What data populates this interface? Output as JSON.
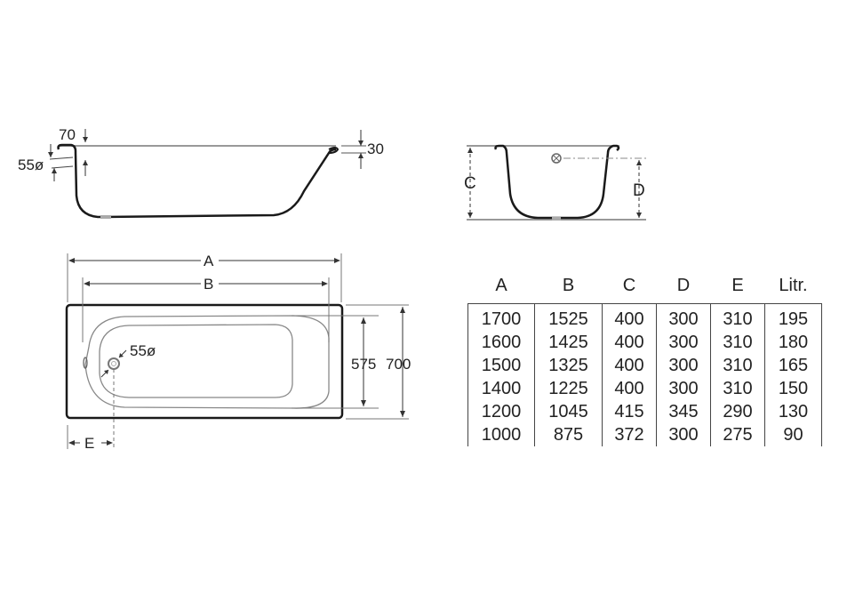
{
  "side_view": {
    "labels": {
      "rim_height": "70",
      "overflow_diameter": "55ø",
      "rim_thickness": "30"
    }
  },
  "end_view": {
    "labels": {
      "total_height": "C",
      "overflow_height": "D"
    }
  },
  "plan_view": {
    "labels": {
      "overall_length": "A",
      "inner_length": "B",
      "inner_width": "575",
      "overall_width": "700",
      "drain_diameter": "55ø",
      "drain_offset": "E"
    }
  },
  "spec_table": {
    "headers": [
      "A",
      "B",
      "C",
      "D",
      "E",
      "Litr."
    ],
    "rows": [
      [
        "1700",
        "1525",
        "400",
        "300",
        "310",
        "195"
      ],
      [
        "1600",
        "1425",
        "400",
        "300",
        "310",
        "180"
      ],
      [
        "1500",
        "1325",
        "400",
        "300",
        "310",
        "165"
      ],
      [
        "1400",
        "1225",
        "400",
        "300",
        "310",
        "150"
      ],
      [
        "1200",
        "1045",
        "415",
        "345",
        "290",
        "130"
      ],
      [
        "1000",
        "875",
        "372",
        "300",
        "275",
        "90"
      ]
    ]
  }
}
